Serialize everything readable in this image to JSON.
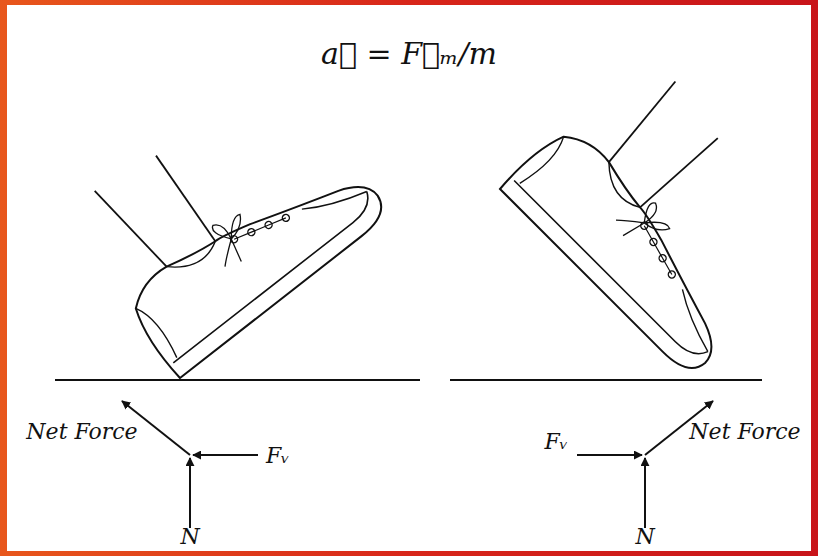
{
  "diagram": {
    "title": "a⃗ = F⃗ₘ/m",
    "labels": [
      "Net Force",
      "Fᵥ",
      "N",
      "Fᵥ",
      "Net Force",
      "N"
    ]
  }
}
